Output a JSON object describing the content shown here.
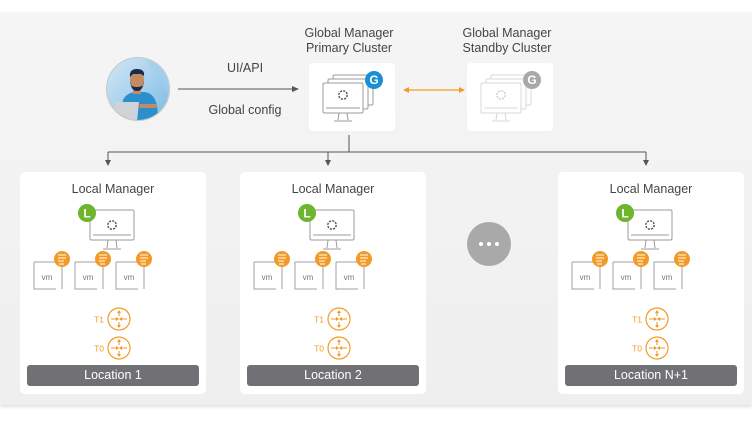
{
  "user": {
    "avatar_label": "user-avatar",
    "arrow_top_label": "UI/API",
    "arrow_bottom_label": "Global config"
  },
  "global_managers": [
    {
      "title_line1": "Global Manager",
      "title_line2": "Primary Cluster",
      "badge": "G",
      "badge_color": "#1a8fd3",
      "state": "active"
    },
    {
      "title_line1": "Global Manager",
      "title_line2": "Standby Cluster",
      "badge": "G",
      "badge_color": "#a8a8a8",
      "state": "standby"
    }
  ],
  "local_managers": [
    {
      "title": "Local Manager",
      "badge": "L",
      "vms": [
        "vm",
        "vm",
        "vm"
      ],
      "routers": [
        "T1",
        "T0"
      ],
      "location": "Location 1"
    },
    {
      "title": "Local Manager",
      "badge": "L",
      "vms": [
        "vm",
        "vm",
        "vm"
      ],
      "routers": [
        "T1",
        "T0"
      ],
      "location": "Location 2"
    },
    {
      "title": "Local Manager",
      "badge": "L",
      "vms": [
        "vm",
        "vm",
        "vm"
      ],
      "routers": [
        "T1",
        "T0"
      ],
      "location": "Location N+1"
    }
  ],
  "more_indicator": "...",
  "colors": {
    "global_primary": "#1a8fd3",
    "global_standby": "#a8a8a8",
    "local_badge": "#6cb52d",
    "firewall_orange": "#f39a26",
    "router_orange": "#f39a26",
    "sync_arrow": "#f39a26",
    "location_label_bg": "#717074",
    "connector": "#555555"
  }
}
